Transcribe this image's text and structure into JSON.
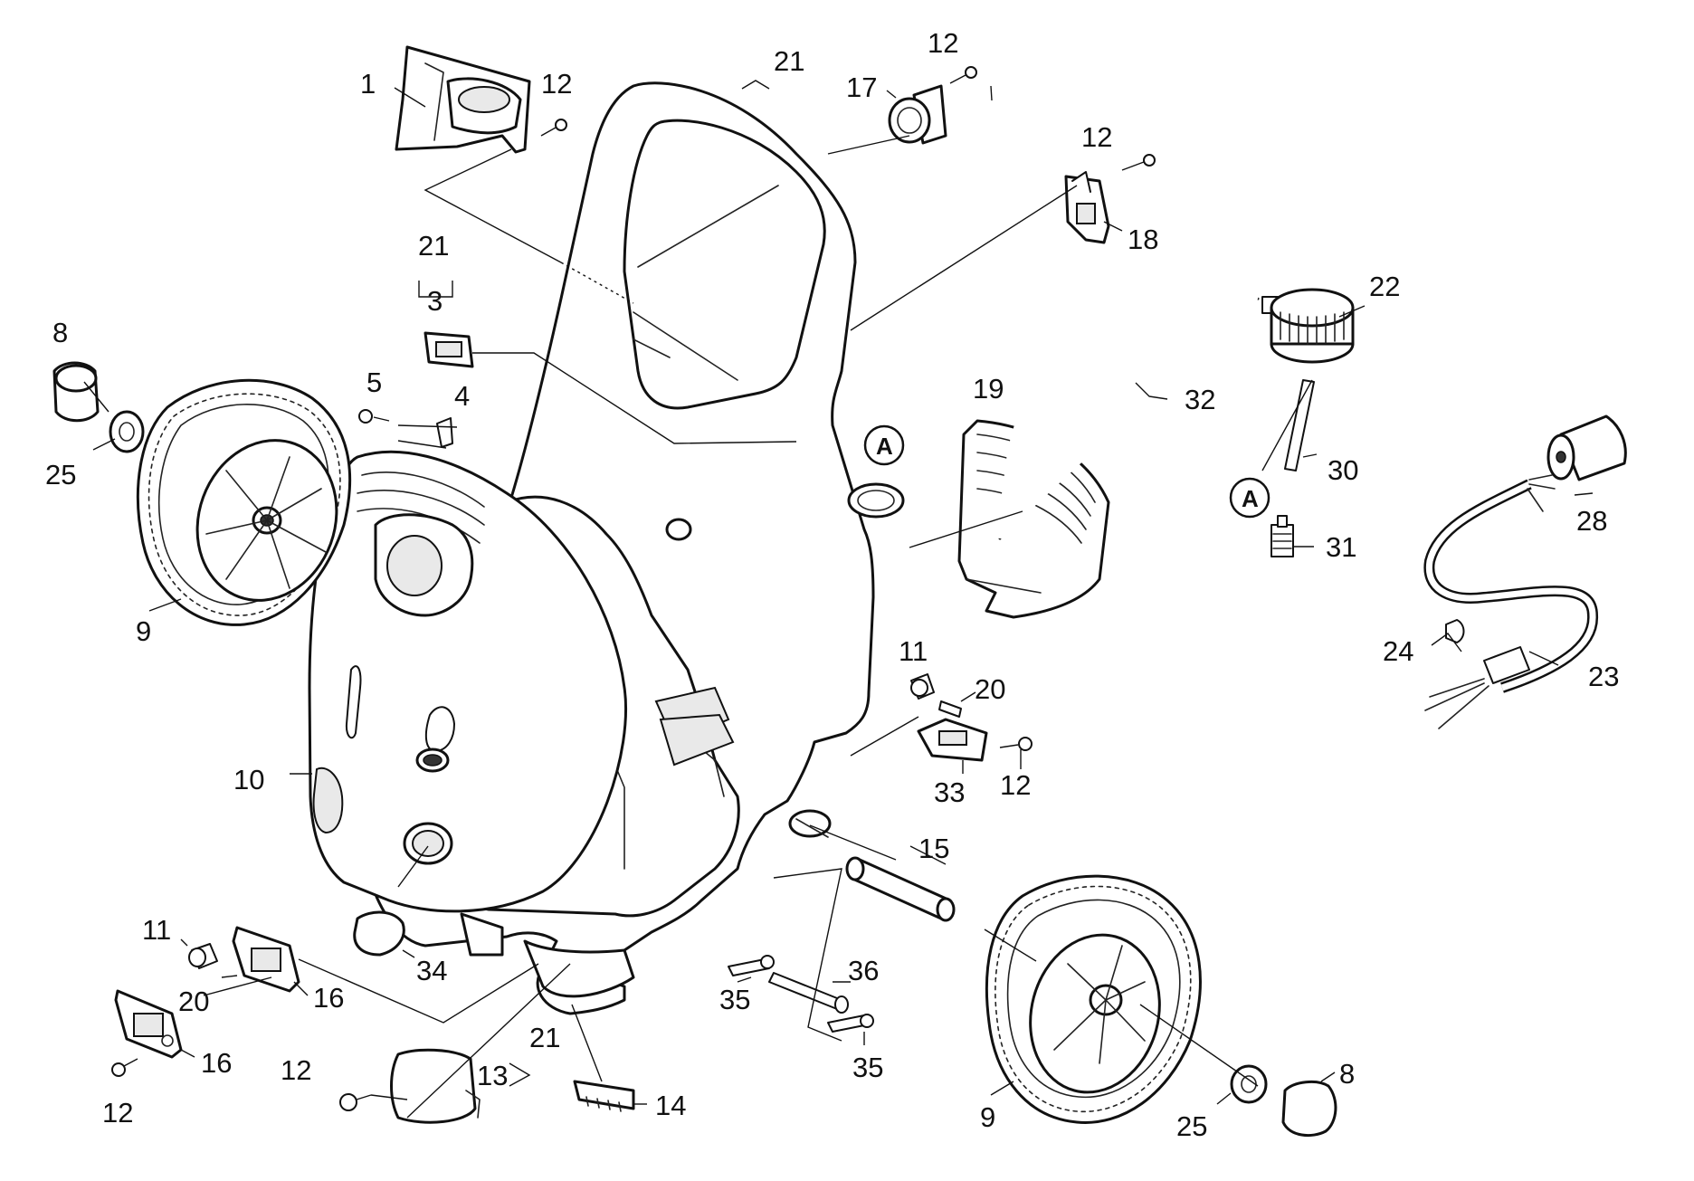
{
  "callouts": [
    "1",
    "12",
    "21",
    "17",
    "12",
    "12",
    "18",
    "21",
    "3",
    "8",
    "25",
    "5",
    "4",
    "9",
    "19",
    "22",
    "32",
    "30",
    "31",
    "28",
    "24",
    "23",
    "11",
    "20",
    "33",
    "12",
    "10",
    "15",
    "11",
    "20",
    "16",
    "34",
    "16",
    "12",
    "21",
    "13",
    "12",
    "14",
    "35",
    "36",
    "35",
    "9",
    "25",
    "8"
  ],
  "badge": "A",
  "colors": {
    "line": "#111111",
    "fill": "#ffffff",
    "shade": "#e9e9e9"
  }
}
